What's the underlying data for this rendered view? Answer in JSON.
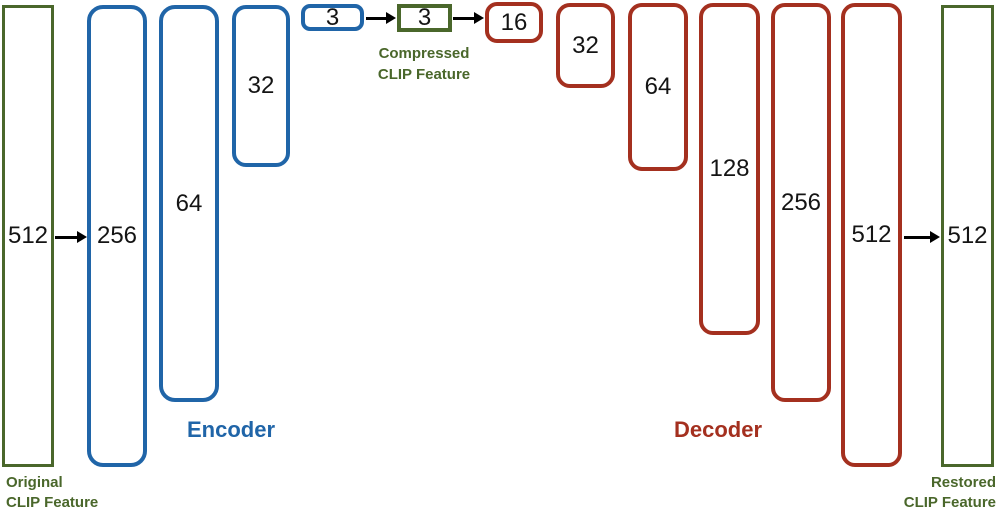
{
  "colors": {
    "encoder_blue": "#2065a8",
    "decoder_red": "#a4301f",
    "clip_green": "#4a672b",
    "arrow_black": "#000000",
    "number_text": "#141414",
    "background": "#ffffff"
  },
  "input_feature": {
    "value": "512",
    "caption_lines": [
      "Original",
      "CLIP Feature"
    ]
  },
  "encoder": {
    "label": "Encoder",
    "layers": [
      {
        "value": "256"
      },
      {
        "value": "64"
      },
      {
        "value": "32"
      },
      {
        "value": "3"
      }
    ]
  },
  "bottleneck": {
    "value": "3",
    "caption_lines": [
      "Compressed",
      "CLIP Feature"
    ]
  },
  "decoder": {
    "label": "Decoder",
    "layers": [
      {
        "value": "16"
      },
      {
        "value": "32"
      },
      {
        "value": "64"
      },
      {
        "value": "128"
      },
      {
        "value": "256"
      },
      {
        "value": "512"
      }
    ]
  },
  "output_feature": {
    "value": "512",
    "caption_lines": [
      "Restored",
      "CLIP Feature"
    ]
  }
}
